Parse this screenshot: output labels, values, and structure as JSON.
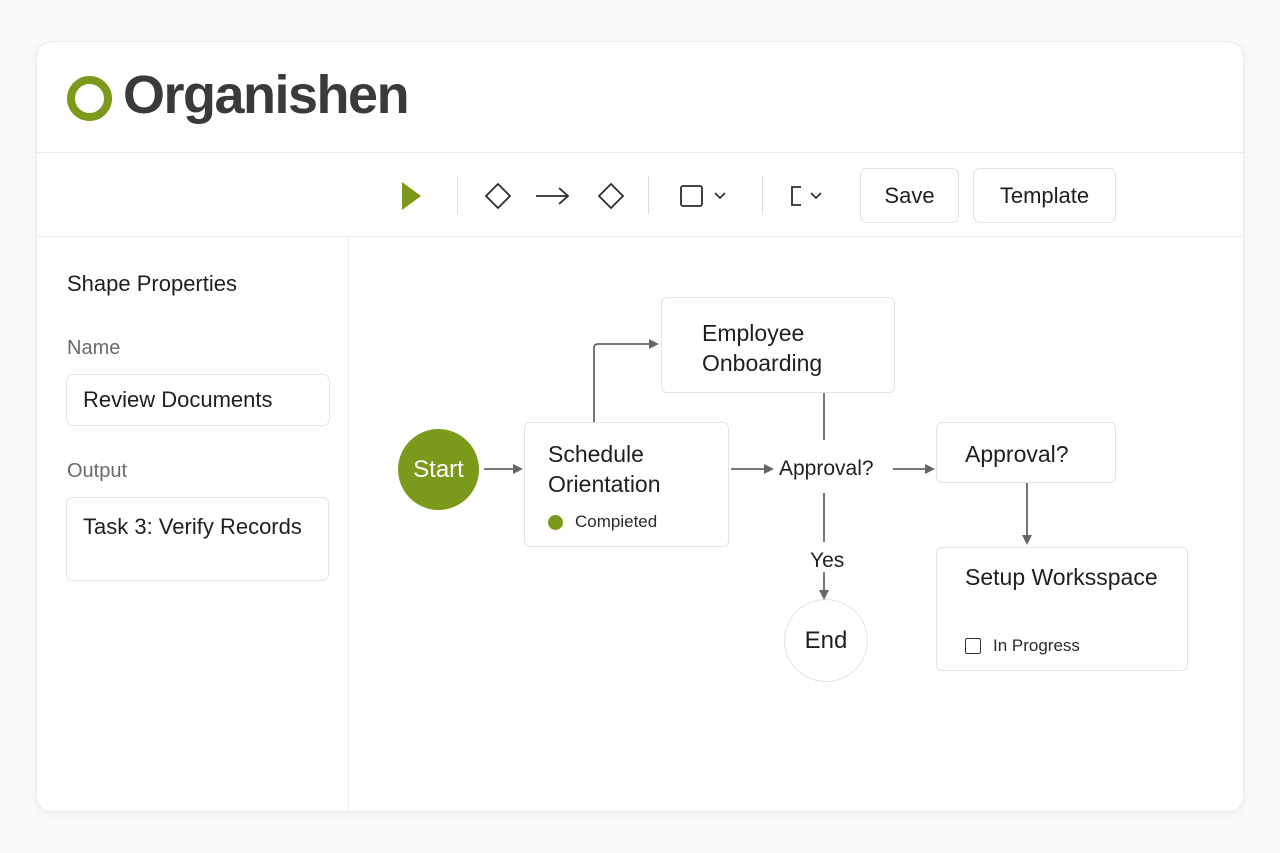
{
  "app": {
    "name": "Organishen",
    "accent_color": "#7b9a1c"
  },
  "toolbar": {
    "tools": [
      {
        "icon": "play-icon"
      },
      {
        "icon": "diamond-icon"
      },
      {
        "icon": "arrow-right-icon"
      },
      {
        "icon": "diamond-icon"
      },
      {
        "icon": "rectangle-icon",
        "has_dropdown": true
      },
      {
        "icon": "bracket-icon",
        "has_dropdown": true
      }
    ],
    "save_label": "Save",
    "template_label": "Template"
  },
  "sidebar": {
    "title": "Shape Properties",
    "name_label": "Name",
    "name_value": "Review Documents",
    "output_label": "Output",
    "output_value": "Task 3: Verify Records"
  },
  "flow": {
    "start": "Start",
    "end": "End",
    "schedule": {
      "title": "Schedule Orientation",
      "status": "Compieted",
      "status_icon": "filled-dot"
    },
    "onboarding": {
      "title": "Employee Onboarding"
    },
    "decision_label": "Approval?",
    "approval_node": "Approval?",
    "yes_label": "Yes",
    "setup": {
      "title": "Setup Worksspace",
      "status": "In Progress",
      "status_icon": "checkbox-empty"
    }
  }
}
